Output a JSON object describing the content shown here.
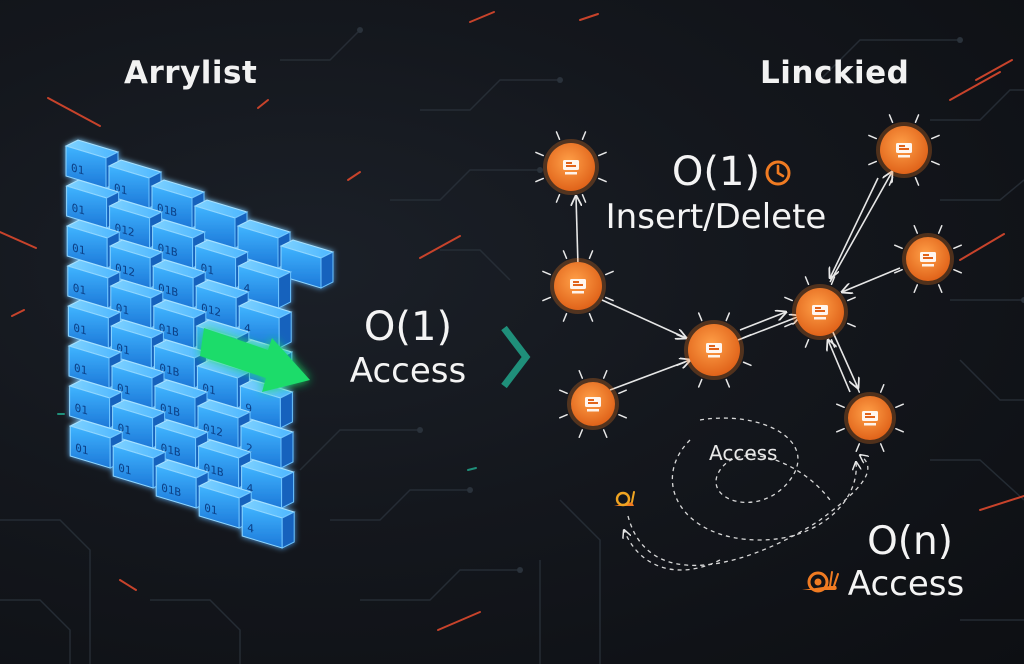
{
  "left_panel": {
    "title": "Arrylist",
    "complexity": "O(1)",
    "complexity_label": "Access",
    "cube_labels": [
      [
        "01",
        "01",
        "01B",
        "",
        "",
        ""
      ],
      [
        "01",
        "012",
        "01B",
        "01",
        "4"
      ],
      [
        "01",
        "012",
        "01B",
        "012",
        "4"
      ],
      [
        "01",
        "01",
        "01B",
        "01B",
        "0"
      ],
      [
        "01",
        "01",
        "01B",
        "01",
        "9"
      ],
      [
        "01",
        "01",
        "01B",
        "012",
        "2"
      ],
      [
        "01",
        "01",
        "01B",
        "01B",
        "4"
      ],
      [
        "01",
        "01",
        "01B",
        "01",
        "4"
      ]
    ]
  },
  "right_panel": {
    "title": "Linckied",
    "insert_complexity": "O(1)",
    "insert_label": "Insert/Delete",
    "traverse_label": "Access",
    "on_complexity": "O(n)",
    "on_label": "Access"
  },
  "colors": {
    "cube": "#2aa8ff",
    "node": "#f07b22",
    "accent_green": "#1ddc6a",
    "chevron": "#1f8f7a",
    "text": "#f2f2f2"
  },
  "icons": [
    "clock-icon",
    "snail-icon",
    "chevron-right-icon",
    "server-node-icon"
  ]
}
